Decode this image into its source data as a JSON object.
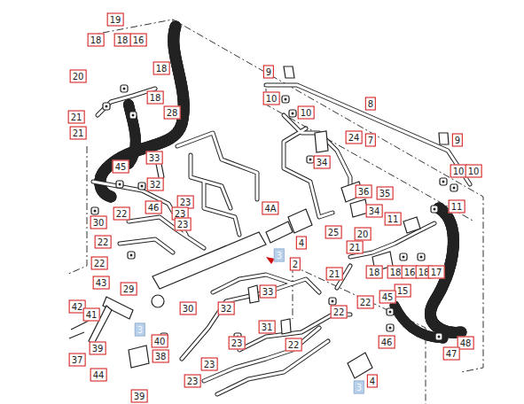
{
  "diagram": {
    "labels": [
      "19",
      "18",
      "18",
      "16",
      "18",
      "20",
      "18",
      "21",
      "21",
      "28",
      "9",
      "10",
      "10",
      "8",
      "24",
      "7",
      "9",
      "33",
      "45",
      "34",
      "10",
      "10",
      "32",
      "36",
      "35",
      "23",
      "46",
      "23",
      "22",
      "4A",
      "34",
      "11",
      "11",
      "30",
      "23",
      "20",
      "25",
      "4",
      "21",
      "22",
      "3",
      "2",
      "22",
      "21",
      "18",
      "18",
      "16",
      "18",
      "17",
      "15",
      "43",
      "29",
      "33",
      "45",
      "22",
      "42",
      "41",
      "30",
      "32",
      "22",
      "3",
      "31",
      "46",
      "48",
      "40",
      "39",
      "38",
      "23",
      "22",
      "47",
      "37",
      "44",
      "23",
      "23",
      "3",
      "4",
      "39"
    ]
  }
}
